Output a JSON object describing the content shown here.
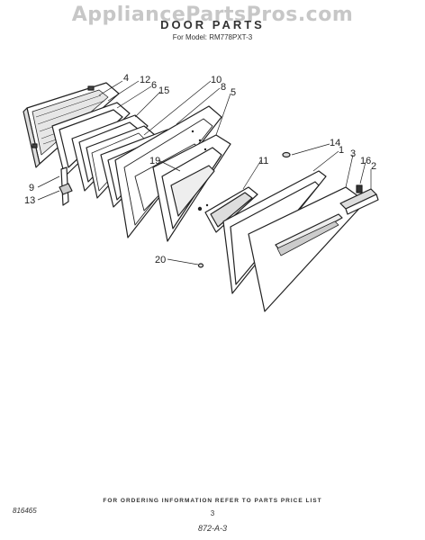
{
  "header": {
    "watermark": "AppliancePartsPros.com",
    "title": "DOOR PARTS",
    "subtitle": "For Model: RM778PXT-3"
  },
  "callouts": [
    "4",
    "12",
    "6",
    "15",
    "10",
    "8",
    "5",
    "9",
    "13",
    "19",
    "11",
    "14",
    "1",
    "3",
    "16",
    "2",
    "20"
  ],
  "footer": {
    "note": "FOR ORDERING INFORMATION REFER TO PARTS PRICE LIST",
    "page_number": "3",
    "left_code": "816465",
    "bottom_code": "872-A-3"
  }
}
